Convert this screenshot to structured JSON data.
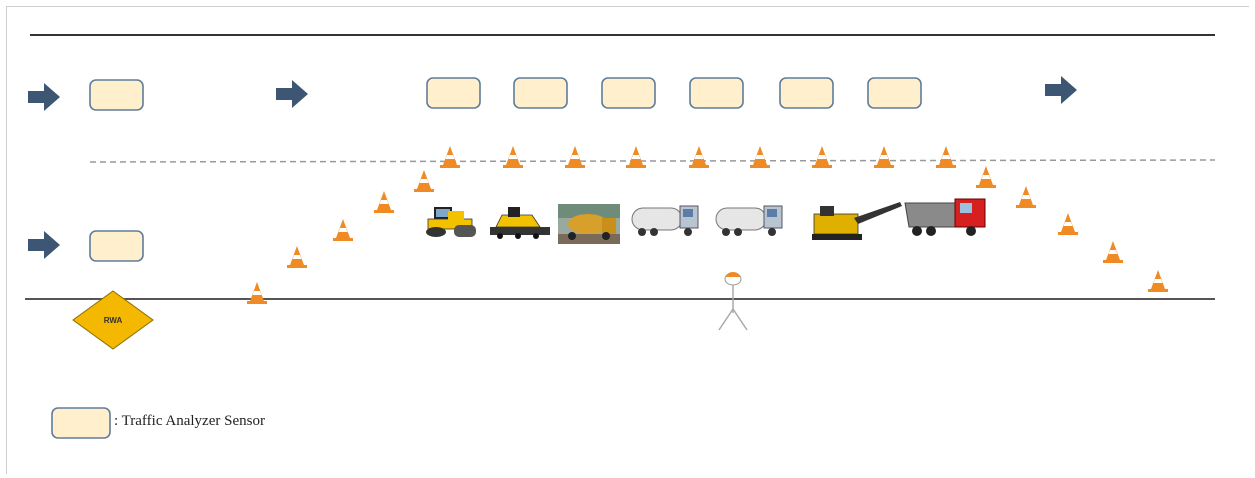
{
  "diagram": {
    "rwa_sign_label": "RWA",
    "legend": {
      "sensor_label": ": Traffic Analyzer Sensor"
    },
    "colors": {
      "sensor_fill": "#ffefcc",
      "sensor_border": "#5f7d9a",
      "arrow": "#3d5674",
      "cone": "#f08a24",
      "sign": "#f5b800",
      "road_line": "#333333"
    },
    "lanes": [
      "upper-lane",
      "lower-lane"
    ],
    "icons": [
      "direction-arrow-icon",
      "traffic-cone-icon",
      "road-roller-icon",
      "asphalt-paver-icon",
      "water-truck-icon",
      "tanker-truck-icon",
      "milling-machine-icon",
      "dump-truck-icon",
      "roadside-sensor-icon",
      "rwa-warning-sign-icon"
    ]
  }
}
